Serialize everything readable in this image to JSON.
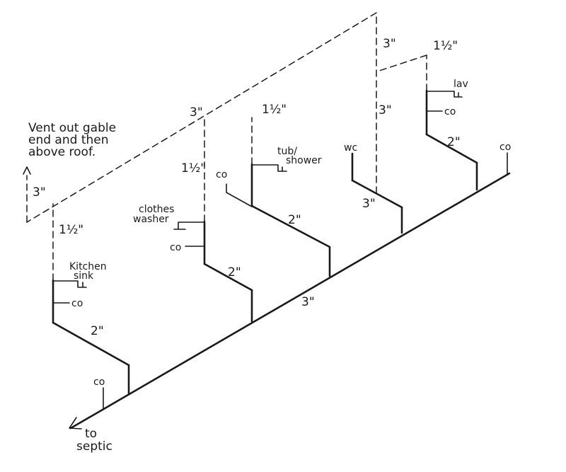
{
  "note": {
    "line1": "Vent out gable",
    "line2": "end and then",
    "line3": "above roof."
  },
  "sizes": {
    "vent_left": "3\"",
    "vent_mid_top": "3\"",
    "vent_top_right": "3\"",
    "vent_lav_top": "1½\"",
    "kitchen_vent": "1½\"",
    "washer_vent": "1½\"",
    "tub_vent": "1½\"",
    "wc_stack": "3\"",
    "kitchen_drain": "2\"",
    "washer_drain": "2\"",
    "tub_drain": "2\"",
    "wc_drain": "3\"",
    "lav_drain": "2\"",
    "main_drain": "3\""
  },
  "fixtures": {
    "kitchen_l1": "Kitchen",
    "kitchen_l2": "sink",
    "washer_l1": "clothes",
    "washer_l2": "washer",
    "tub_l1": "tub/",
    "tub_l2": "shower",
    "wc": "wc",
    "lav": "lav"
  },
  "cleanouts": {
    "kitchen": "co",
    "washer": "co",
    "tub": "co",
    "lav": "co",
    "main_start": "co",
    "main_end": "co"
  },
  "outlet": {
    "line1": "to",
    "line2": "septic"
  }
}
